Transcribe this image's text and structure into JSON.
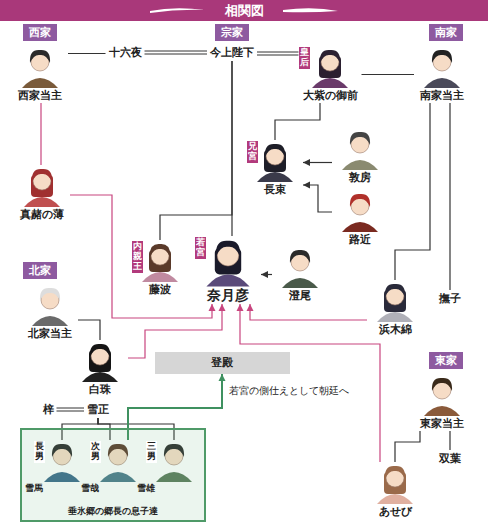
{
  "diagram": {
    "title": "相関図",
    "nodes": [
      {
        "text": [
          "西家"
        ]
      },
      {
        "text": [
          "宗家"
        ]
      },
      {
        "text": [
          "南家"
        ]
      },
      {
        "text": [
          "十六夜"
        ]
      },
      {
        "text": [
          "今上陛下"
        ]
      },
      {
        "text": [
          "西家当主"
        ]
      },
      {
        "text": [
          "大紫の御前",
          "皇后"
        ]
      },
      {
        "text": [
          "南家当主"
        ]
      },
      {
        "text": [
          "長束",
          "兄宮"
        ]
      },
      {
        "text": [
          "敦房"
        ]
      },
      {
        "text": [
          "路近"
        ]
      },
      {
        "text": [
          "真赭の薄"
        ]
      },
      {
        "text": [
          "藤波",
          "内親王"
        ]
      },
      {
        "text": [
          "奈月彦",
          "若宮"
        ]
      },
      {
        "text": [
          "澄尾"
        ]
      },
      {
        "text": [
          "撫子"
        ]
      },
      {
        "text": [
          "浜木綿"
        ]
      },
      {
        "text": [
          "北家"
        ]
      },
      {
        "text": [
          "北家当主"
        ]
      },
      {
        "text": [
          "白珠"
        ]
      },
      {
        "text": [
          "登殿"
        ]
      },
      {
        "text": [
          "東家"
        ]
      },
      {
        "text": [
          "東家当主"
        ]
      },
      {
        "text": [
          "双葉"
        ]
      },
      {
        "text": [
          "あせび"
        ]
      },
      {
        "text": [
          "梓"
        ]
      },
      {
        "text": [
          "雪正"
        ]
      },
      {
        "text": [
          "垂氷郷の郷長の息子達"
        ]
      },
      {
        "text": [
          "雪馬",
          "長男"
        ],
        "in": 27
      },
      {
        "text": [
          "雪哉",
          "次男"
        ],
        "in": 27
      },
      {
        "text": [
          "雪雄",
          "三男"
        ],
        "in": 27
      }
    ],
    "edges": [
      {
        "from": 3,
        "to": 4,
        "arrow": "none"
      },
      {
        "from": 5,
        "to": 3,
        "arrow": "none"
      },
      {
        "from": 4,
        "to": 6,
        "arrow": "none"
      },
      {
        "from": 6,
        "to": 7,
        "arrow": "none"
      },
      {
        "from": 6,
        "to": 8,
        "arrow": "none"
      },
      {
        "from": 9,
        "to": 8,
        "arrow": "to"
      },
      {
        "from": 10,
        "to": 8,
        "arrow": "to"
      },
      {
        "from": 4,
        "to": 12,
        "arrow": "none"
      },
      {
        "from": 4,
        "to": 13,
        "arrow": "none"
      },
      {
        "from": 14,
        "to": 13,
        "arrow": "to"
      },
      {
        "from": 7,
        "to": 15,
        "arrow": "none"
      },
      {
        "from": 7,
        "to": 16,
        "arrow": "none"
      },
      {
        "from": 5,
        "to": 11,
        "arrow": "none"
      },
      {
        "from": 11,
        "to": 13,
        "arrow": "to"
      },
      {
        "from": 18,
        "to": 19,
        "arrow": "none"
      },
      {
        "from": 19,
        "to": 13,
        "arrow": "to"
      },
      {
        "from": 16,
        "to": 13,
        "arrow": "to"
      },
      {
        "from": 22,
        "to": 23,
        "arrow": "none"
      },
      {
        "from": 22,
        "to": 24,
        "arrow": "none"
      },
      {
        "from": 24,
        "to": 13,
        "arrow": "to"
      },
      {
        "from": 25,
        "to": 26,
        "arrow": "none"
      },
      {
        "from": 26,
        "to": 28,
        "arrow": "none"
      },
      {
        "from": 26,
        "to": 29,
        "arrow": "none"
      },
      {
        "from": 26,
        "to": 30,
        "arrow": "none"
      },
      {
        "from": 29,
        "to": 20,
        "arrow": "to",
        "label": "若宮の側仕えとして朝廷へ"
      }
    ]
  }
}
